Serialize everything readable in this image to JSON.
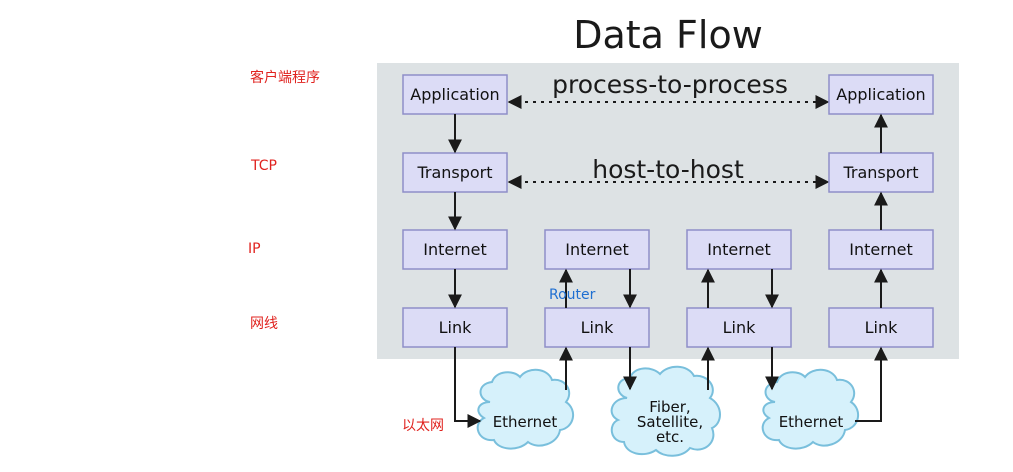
{
  "title": "Data Flow",
  "links": {
    "application_peer": "process-to-process",
    "transport_peer": "host-to-host"
  },
  "layers": {
    "application": "Application",
    "transport": "Transport",
    "internet": "Internet",
    "link": "Link"
  },
  "clouds": {
    "ethernet_left": "Ethernet",
    "fiber_line1": "Fiber,",
    "fiber_line2": "Satellite,",
    "fiber_line3": "etc.",
    "ethernet_right": "Ethernet"
  },
  "annotations": {
    "client_program": "客户端程序",
    "tcp": "TCP",
    "ip": "IP",
    "wire": "网线",
    "ethernet_cn": "以太网",
    "router": "Router"
  },
  "colors": {
    "panel": "#dde2e4",
    "box_fill": "#dcdcf6",
    "box_stroke": "#8e8ec8",
    "cloud_fill": "#d6f1fb",
    "annotation_red": "#e0231f",
    "annotation_blue": "#1f6fd1"
  }
}
